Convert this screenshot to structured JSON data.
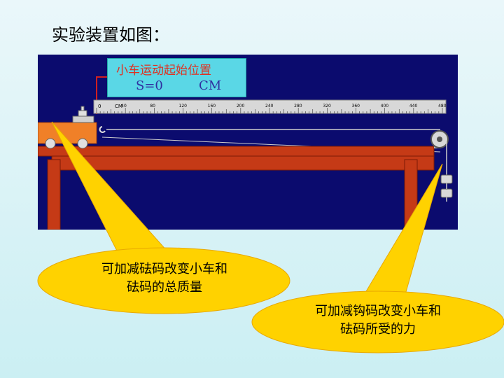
{
  "page": {
    "title": "实验装置如图："
  },
  "apparatus": {
    "info_box": {
      "title": "小车运动起始位置",
      "s_label": "S=0",
      "unit": "CM"
    },
    "ruler": {
      "zero_label": "0",
      "unit_label": "CM",
      "ticks": [
        "40",
        "80",
        "120",
        "160",
        "200",
        "240",
        "280",
        "320",
        "360",
        "400",
        "440",
        "480"
      ]
    }
  },
  "callouts": {
    "left": {
      "line1": "可加减砝码改变小车和",
      "line2": "砝码的总质量"
    },
    "right": {
      "line1": "可加减钩码改变小车和",
      "line2": "砝码所受的力"
    }
  },
  "colors": {
    "background": "#d4f1f5",
    "apparatus_bg": "#0b0b6e",
    "track": "#c53a16",
    "cart": "#f08028",
    "callout": "#ffd200",
    "info_box": "#5ad7e6"
  }
}
